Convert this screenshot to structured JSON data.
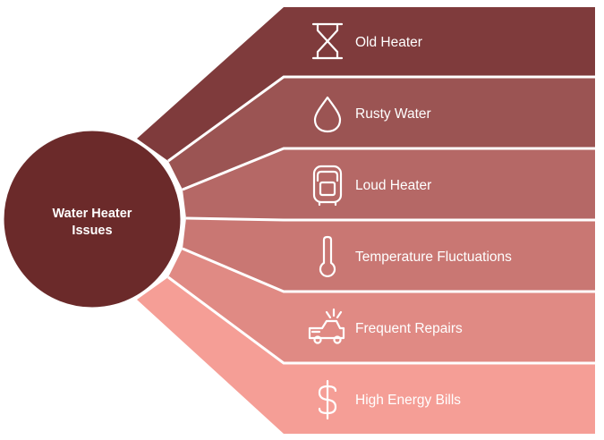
{
  "center": {
    "line1": "Water Heater",
    "line2": "Issues",
    "color": "#6b2a2a"
  },
  "issues": [
    {
      "label": "Old Heater",
      "icon": "hourglass-icon",
      "color": "#7f3b3c"
    },
    {
      "label": "Rusty Water",
      "icon": "water-drop-icon",
      "color": "#9b5453"
    },
    {
      "label": "Loud Heater",
      "icon": "water-heater-icon",
      "color": "#b56866"
    },
    {
      "label": "Temperature Fluctuations",
      "icon": "thermometer-icon",
      "color": "#c97773"
    },
    {
      "label": "Frequent Repairs",
      "icon": "repair-truck-icon",
      "color": "#e08a84"
    },
    {
      "label": "High Energy Bills",
      "icon": "dollar-icon",
      "color": "#f59e96"
    }
  ]
}
